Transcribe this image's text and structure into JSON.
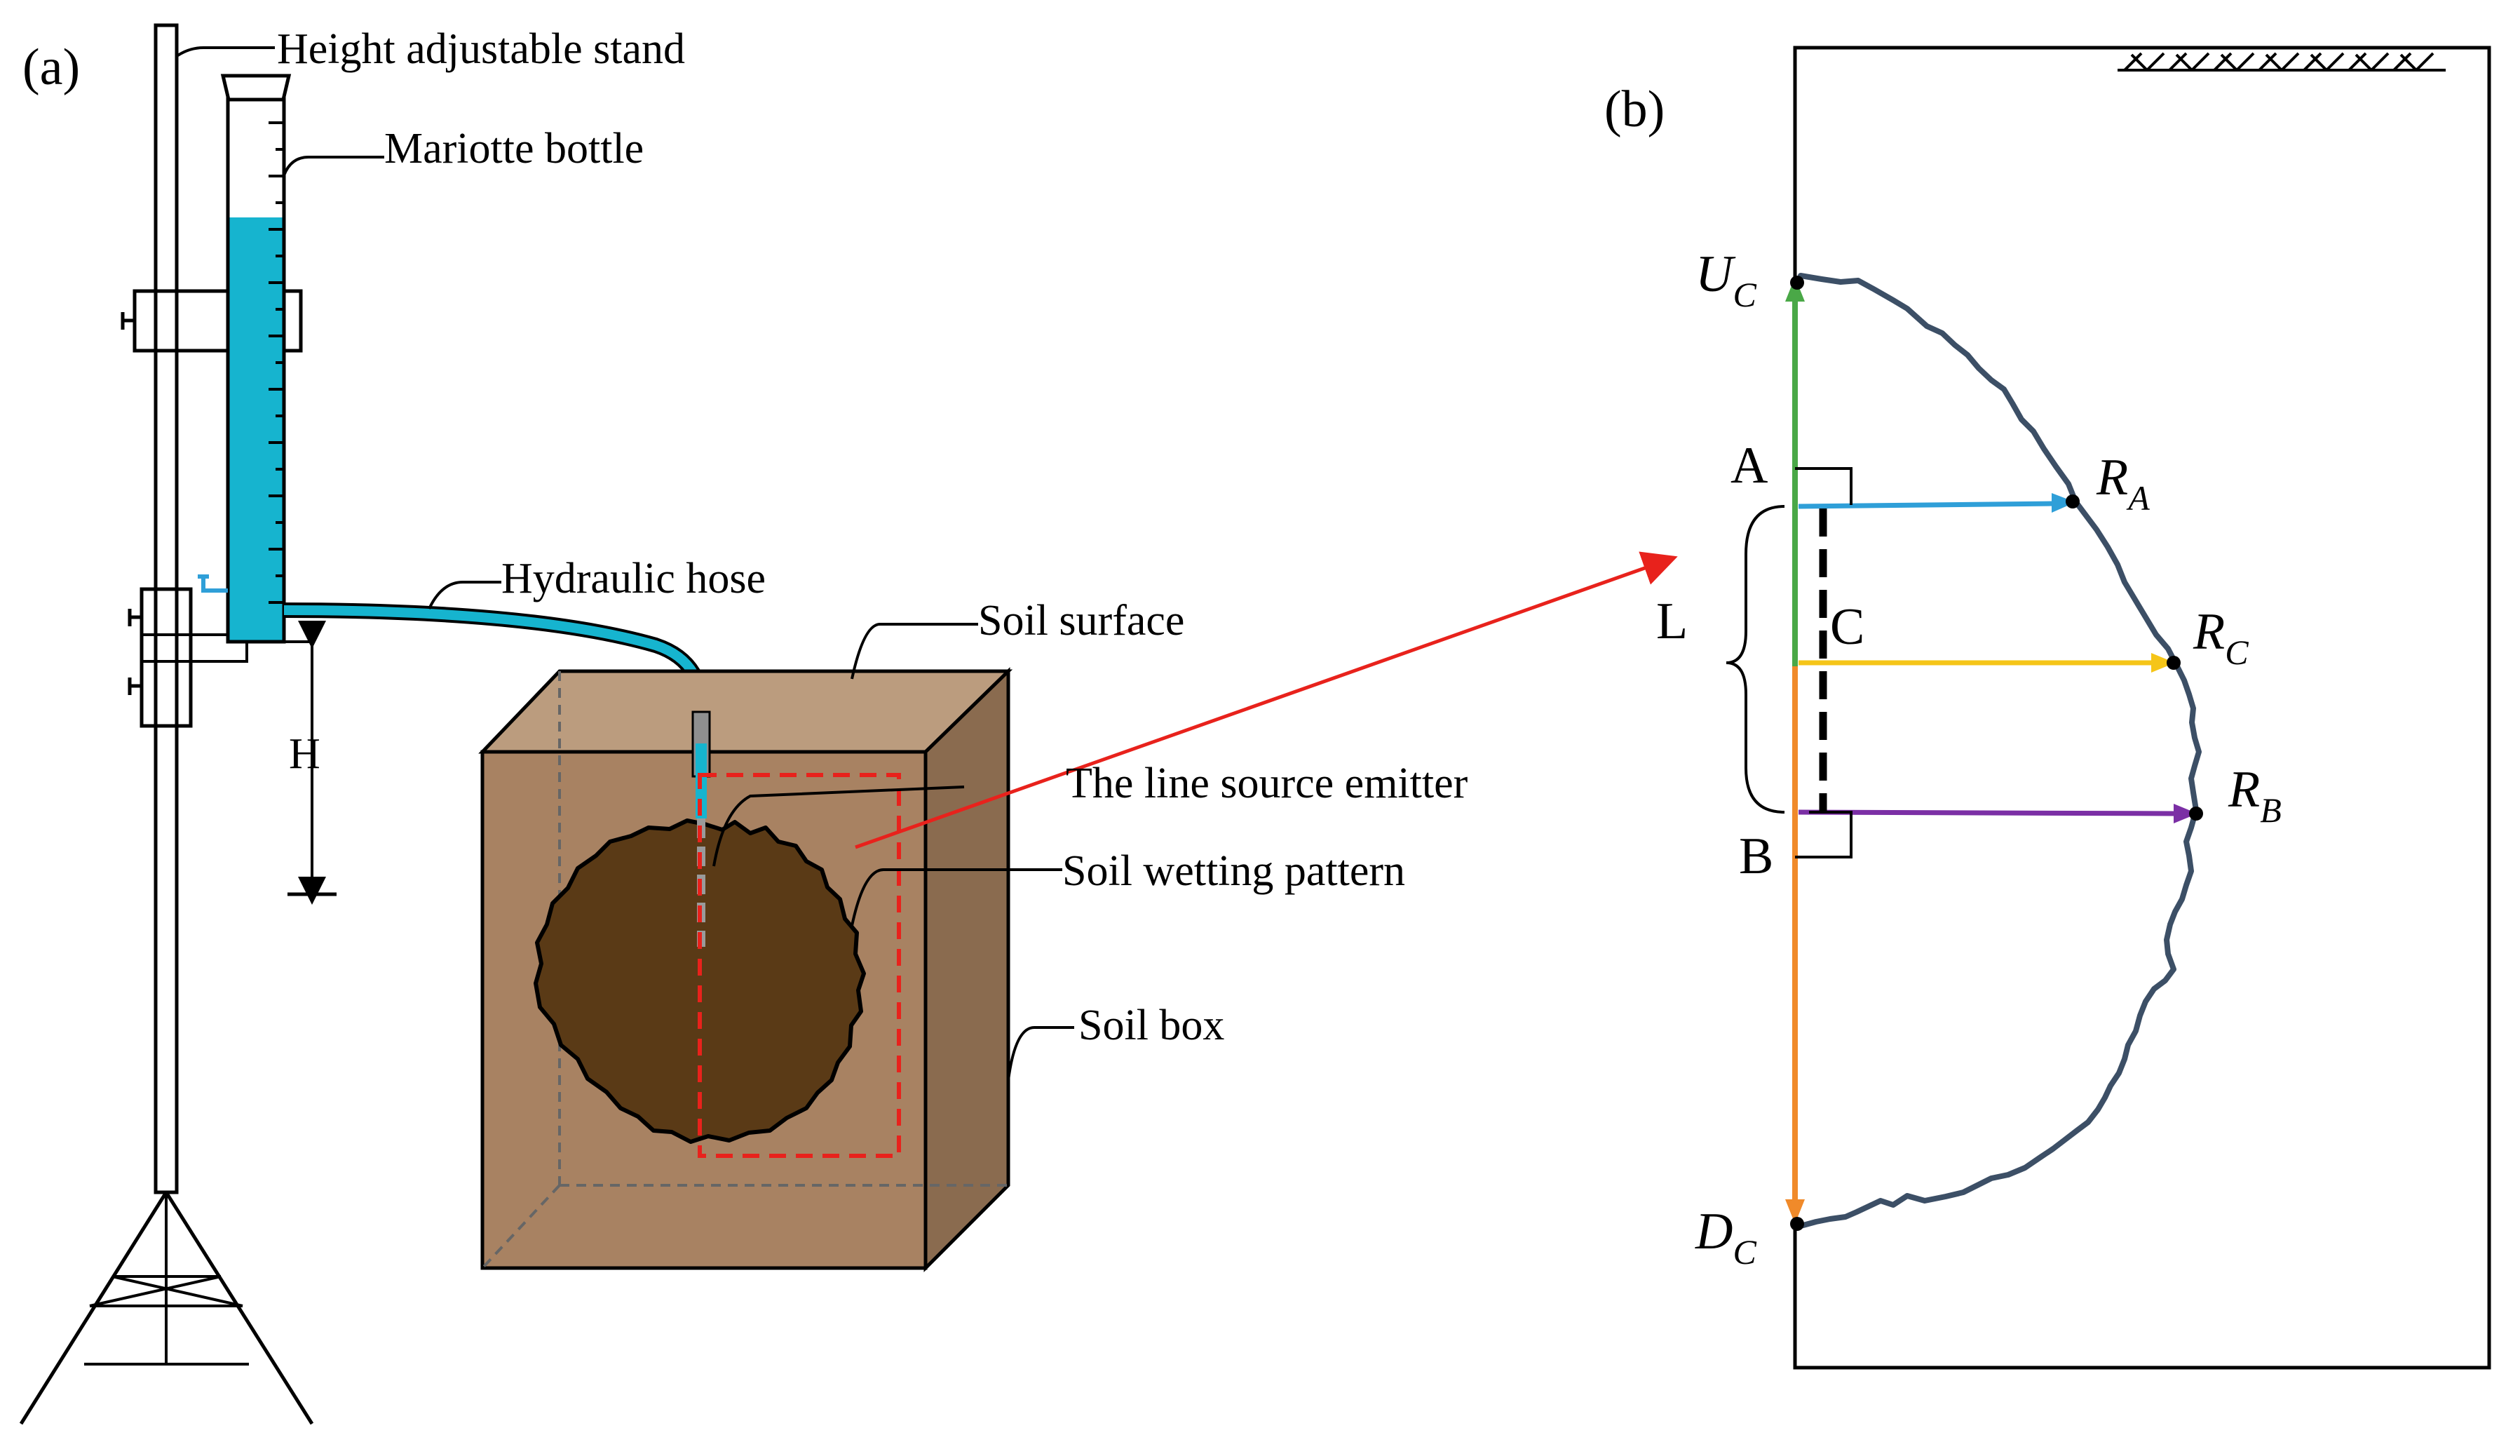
{
  "panel_a": {
    "tag": "(a)",
    "labels": {
      "stand": "Height adjustable stand",
      "bottle": "Mariotte bottle",
      "hose": "Hydraulic hose",
      "surface": "Soil surface",
      "emitter": "The line source emitter",
      "wetting": "Soil wetting pattern",
      "box": "Soil box",
      "height": "H"
    }
  },
  "panel_b": {
    "tag": "(b)",
    "points": {
      "a": "A",
      "b": "B",
      "c": "C",
      "l": "L",
      "uc": "U",
      "uc_sub": "C",
      "dc": "D",
      "dc_sub": "C",
      "ra": "R",
      "ra_sub": "A",
      "rc": "R",
      "rc_sub": "C",
      "rb": "R",
      "rb_sub": "B"
    }
  },
  "colors": {
    "water": "#16b4cf",
    "soil_front": "#a88262",
    "soil_top": "#bb9c7e",
    "soil_side": "#8a6b4f",
    "wet": "#5a3a16",
    "outline_b": "#3c4f66",
    "green_arrow": "#4aa847",
    "orange_arrow": "#f08a2a",
    "blue_arrow": "#2f9fd8",
    "yellow_arrow": "#f5c518",
    "purple_arrow": "#7b2fa5",
    "red": "#e8221c"
  }
}
